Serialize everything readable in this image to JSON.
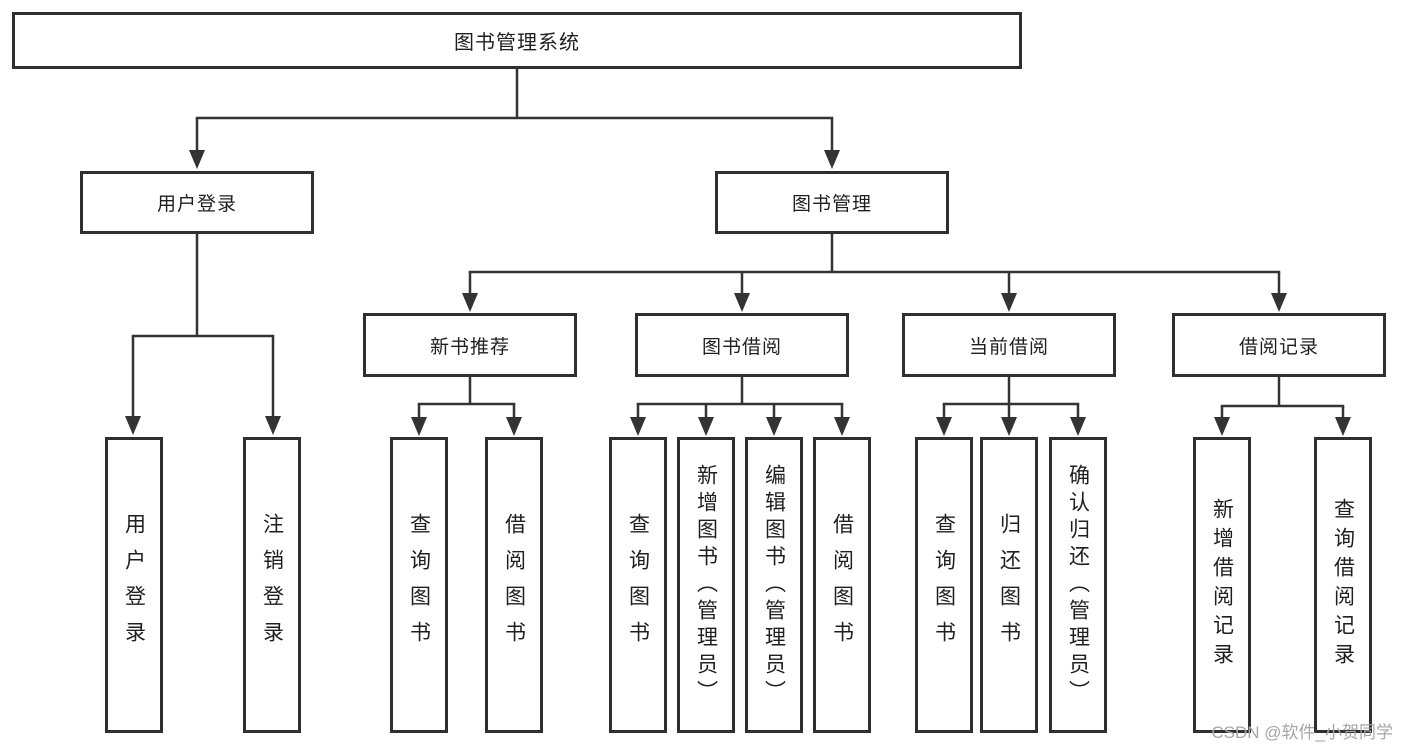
{
  "tree": {
    "root": "图书管理系统",
    "user_login": {
      "label": "用户登录",
      "children": [
        "用户登录",
        "注销登录"
      ]
    },
    "book_mgmt": {
      "label": "图书管理",
      "new_books": {
        "label": "新书推荐",
        "children": [
          "查询图书",
          "借阅图书"
        ]
      },
      "borrow": {
        "label": "图书借阅",
        "children": [
          "查询图书",
          "新增图书（管理员）",
          "编辑图书（管理员）",
          "借阅图书"
        ]
      },
      "current": {
        "label": "当前借阅",
        "children": [
          "查询图书",
          "归还图书",
          "确认归还（管理员）"
        ]
      },
      "records": {
        "label": "借阅记录",
        "children": [
          "新增借阅记录",
          "查询借阅记录"
        ]
      }
    }
  },
  "watermark": "CSDN @软件_小贺同学",
  "colors": {
    "line": "#333333",
    "box_border": "#2f2f2f",
    "text": "#1f1f1f",
    "watermark": "#a6a6a6",
    "background": "#ffffff"
  }
}
